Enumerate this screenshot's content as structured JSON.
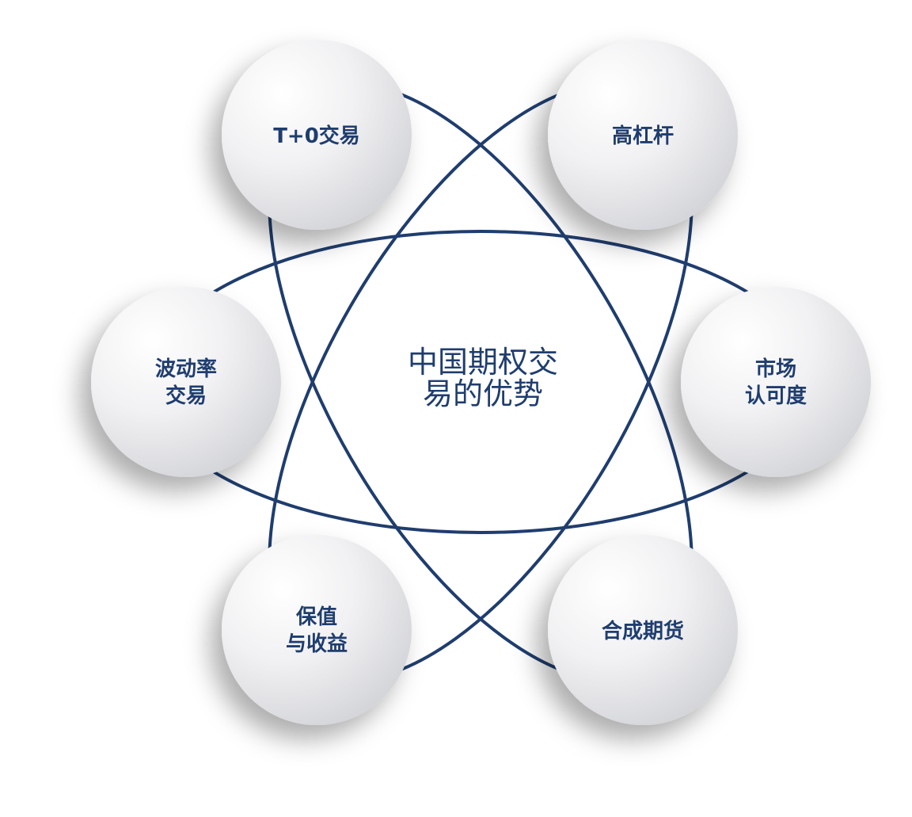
{
  "diagram": {
    "center_title": {
      "line1": "中国期权交",
      "line2": "易的优势"
    },
    "nodes": [
      {
        "id": "t0",
        "lines": [
          "T+0交易"
        ]
      },
      {
        "id": "leverage",
        "lines": [
          "高杠杆"
        ]
      },
      {
        "id": "volatility",
        "lines": [
          "波动率",
          "交易"
        ]
      },
      {
        "id": "market",
        "lines": [
          "市场",
          "认可度"
        ]
      },
      {
        "id": "hedge",
        "lines": [
          "保值",
          "与收益"
        ]
      },
      {
        "id": "synthetic",
        "lines": [
          "合成期货"
        ]
      }
    ],
    "colors": {
      "orbit": "#1f3d6e",
      "label": "#1f3d6e",
      "circle_light": "#ffffff",
      "circle_dark": "#d4d4d8"
    }
  }
}
